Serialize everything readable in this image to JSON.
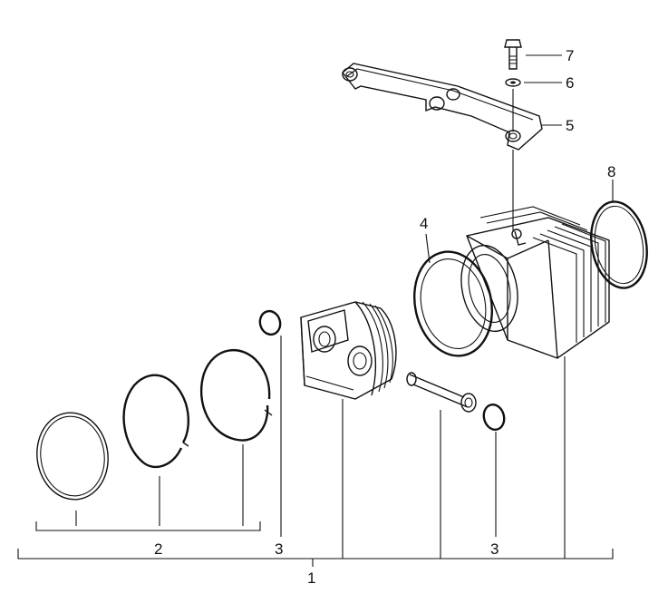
{
  "diagram": {
    "labels": {
      "assembly": "1",
      "piston_rings": "2",
      "circlip_left": "3",
      "circlip_right": "3",
      "cylinder_gasket": "4",
      "bracket": "5",
      "washer": "6",
      "bolt": "7",
      "head_gasket": "8"
    }
  }
}
